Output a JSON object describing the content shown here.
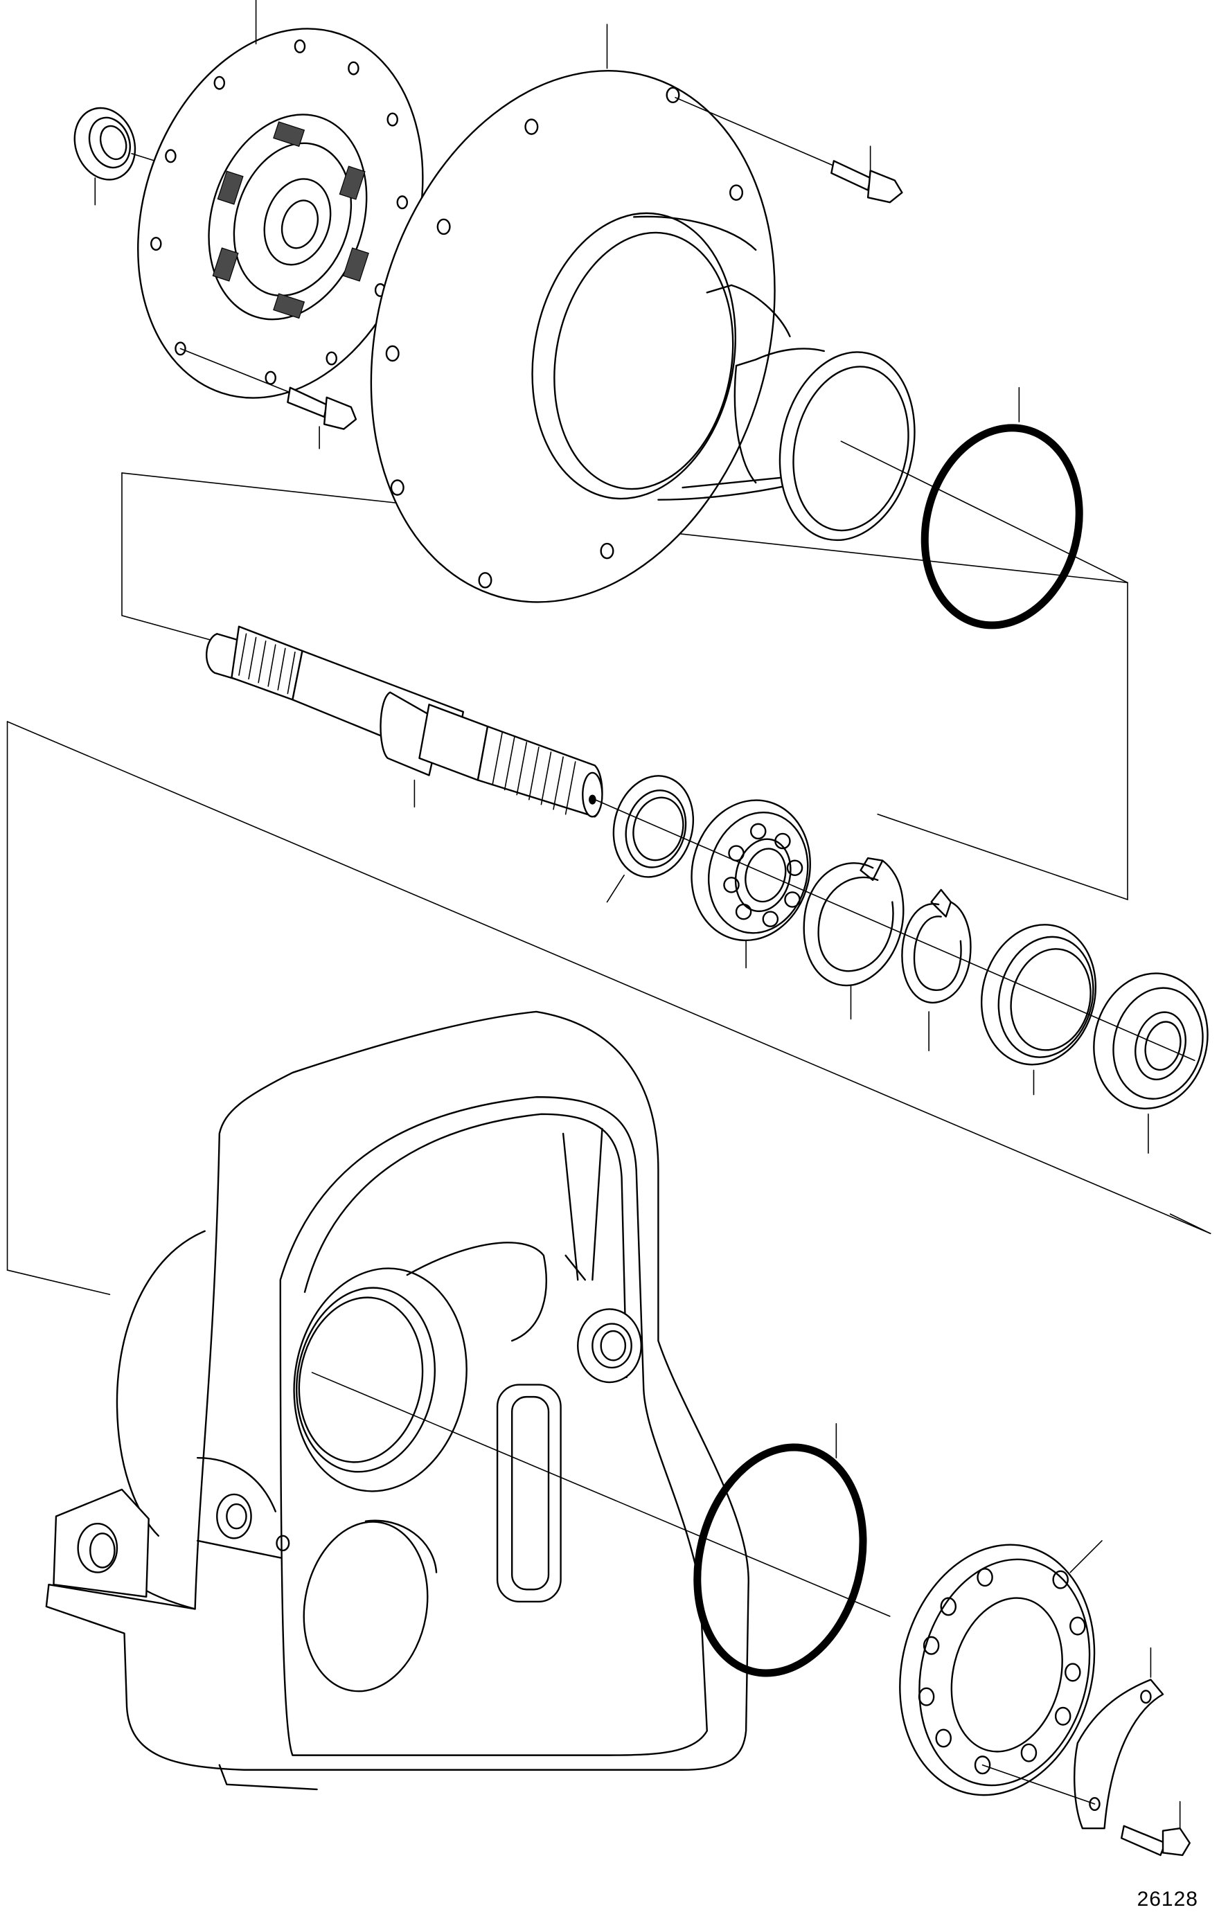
{
  "drawing_ref": "26128",
  "callouts": [
    {
      "id": "clutch-disc"
    },
    {
      "id": "flywheel-housing"
    },
    {
      "id": "shaft-seal-small"
    },
    {
      "id": "bolt-disc"
    },
    {
      "id": "bolt-housing"
    },
    {
      "id": "o-ring-upper"
    },
    {
      "id": "input-shaft"
    },
    {
      "id": "seal-ring"
    },
    {
      "id": "ball-bearing"
    },
    {
      "id": "circlip-large"
    },
    {
      "id": "circlip-small"
    },
    {
      "id": "spacer-ring"
    },
    {
      "id": "shaft-seal-large"
    },
    {
      "id": "o-ring-lower"
    },
    {
      "id": "bearing-cover"
    },
    {
      "id": "lock-plate"
    },
    {
      "id": "bolt-lock-plate"
    }
  ]
}
